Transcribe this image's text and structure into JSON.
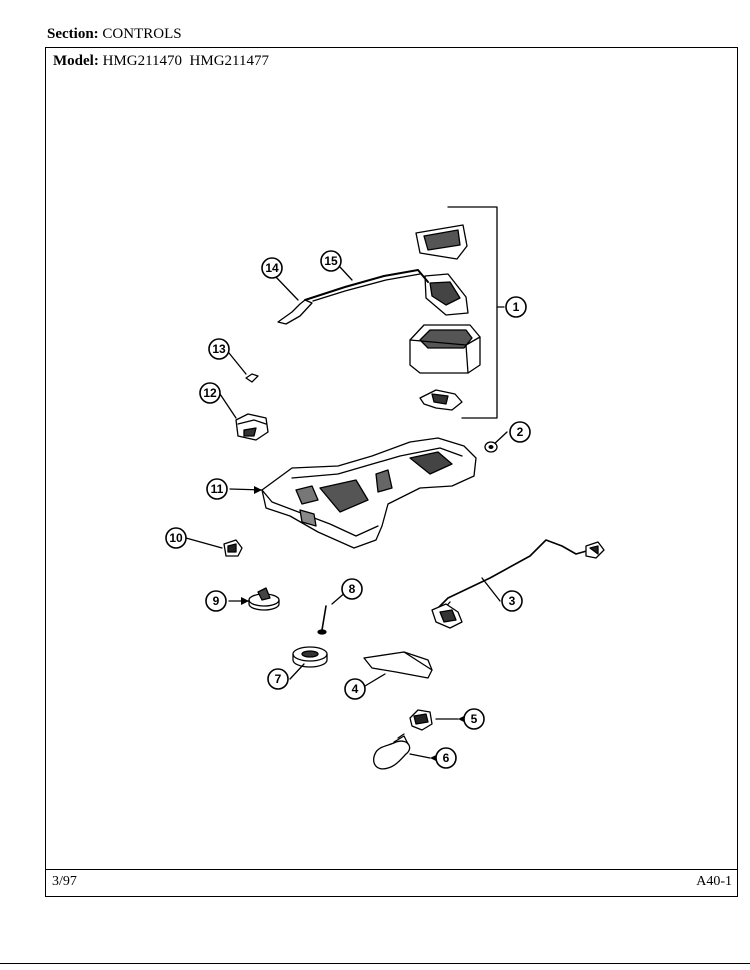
{
  "header": {
    "section_label": "Section:",
    "section_value": "CONTROLS",
    "model_label": "Model:",
    "model_numbers": "HMG211470  HMG211477"
  },
  "footer": {
    "date": "3/97",
    "page_code": "A40-1"
  },
  "callouts": [
    "1",
    "2",
    "3",
    "4",
    "5",
    "6",
    "7",
    "8",
    "9",
    "10",
    "11",
    "12",
    "13",
    "14",
    "15"
  ]
}
